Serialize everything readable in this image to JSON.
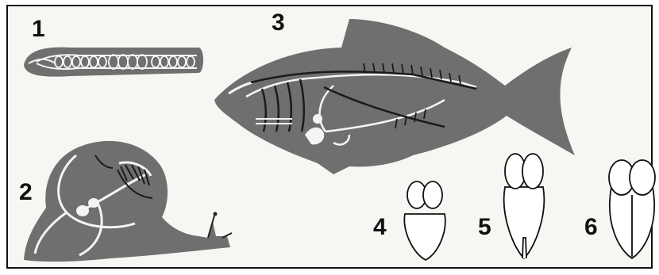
{
  "figure_labels": {
    "worm": "1",
    "snail": "2",
    "fish": "3",
    "heart_two_chambered": "4",
    "heart_three_chambered": "5",
    "heart_four_chambered": "6"
  },
  "colors": {
    "background": "#f6f6f3",
    "body_fill": "#6f6f6f",
    "vessel_light": "#f4f4f4",
    "vessel_dark": "#1a1a1a",
    "outline": "#111111"
  }
}
